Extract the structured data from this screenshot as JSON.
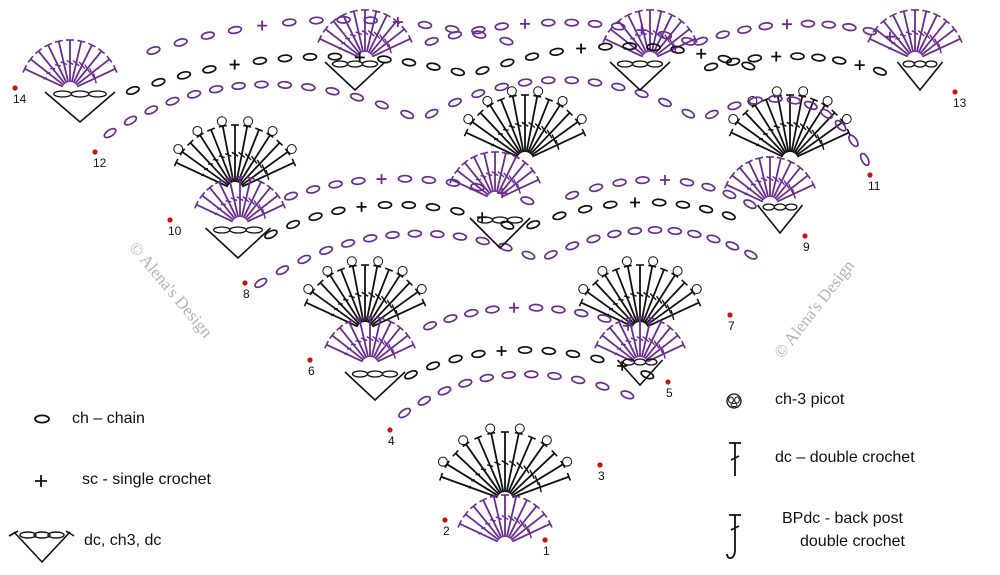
{
  "watermark": "© Alena's Design",
  "row_numbers": [
    "1",
    "2",
    "3",
    "4",
    "5",
    "6",
    "7",
    "8",
    "9",
    "10",
    "11",
    "12",
    "13",
    "14"
  ],
  "legend": {
    "chain": "ch – chain",
    "single_crochet": "sc - single crochet",
    "v_stitch": "dc, ch3, dc",
    "picot": "ch-3 picot",
    "double_crochet": "dc – double crochet",
    "bpdc_line1": "BPdc - back post",
    "bpdc_line2": "double crochet"
  },
  "colors": {
    "purple": "#6b2c91",
    "black": "#111111",
    "row_marker": "#cc1111",
    "watermark": "#b3b3b3"
  }
}
